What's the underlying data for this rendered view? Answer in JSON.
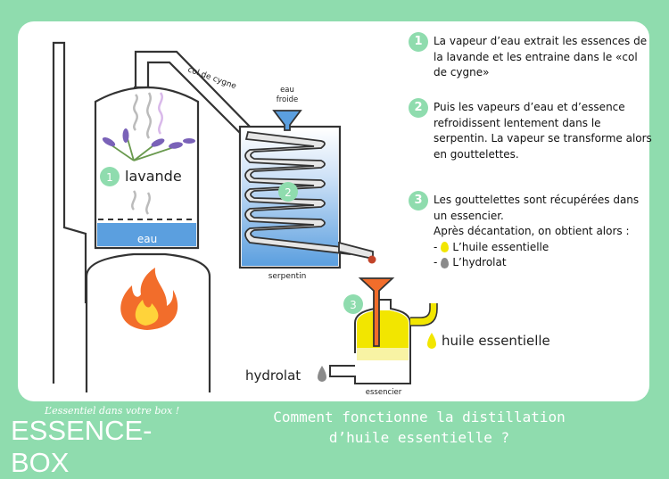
{
  "diagram": {
    "labels": {
      "col_de_cygne": "col de cygne",
      "eau_froide_1": "eau",
      "eau_froide_2": "froide",
      "lavande": "lavande",
      "eau": "eau",
      "serpentin": "serpentin",
      "essencier": "essencier",
      "hydrolat": "hydrolat",
      "huile_essentielle": "huile essentielle"
    },
    "markers": {
      "m1": "1",
      "m2": "2",
      "m3": "3"
    },
    "colors": {
      "water": "#5b9fdf",
      "oil": "#f2e600",
      "fire": "#f26d2b",
      "metal": "#e6e6e6",
      "hydrolat": "#8a8a8a",
      "accent": "#8fdcae"
    }
  },
  "steps": [
    {
      "num": "1",
      "lines": [
        "La vapeur d’eau extrait les essences de la lavande et les entraine dans le «col de cygne»"
      ]
    },
    {
      "num": "2",
      "lines": [
        "Puis les vapeurs d’eau et d’essence refroidissent lentement dans le serpentin. La vapeur se transforme alors en gouttelettes."
      ]
    },
    {
      "num": "3",
      "lines": [
        "Les gouttelettes sont récupérées dans un essencier.",
        "Après décantation, on obtient alors :"
      ],
      "items": [
        {
          "prefix": "-",
          "text": "L’huile essentielle",
          "drop_color": "#f2e600"
        },
        {
          "prefix": "-",
          "text": "L’hydrolat",
          "drop_color": "#8a8a8a"
        }
      ]
    }
  ],
  "footer": {
    "title_line1": "Comment fonctionne la distillation",
    "title_line2": "d’huile essentielle ?",
    "tagline": "L’essentiel dans votre box !",
    "brand": "ESSENCE-BOX"
  }
}
